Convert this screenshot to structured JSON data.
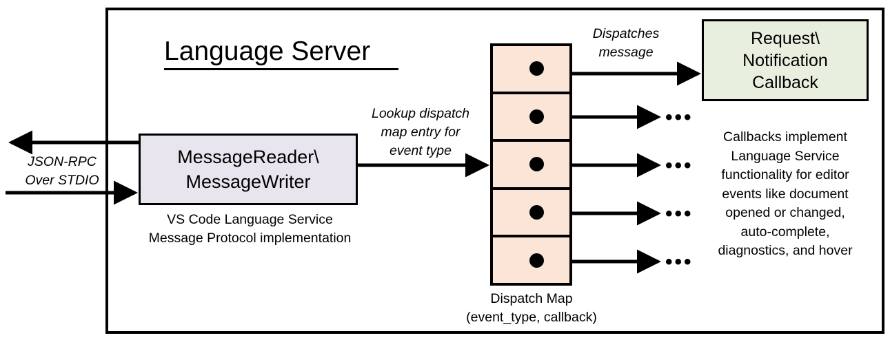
{
  "diagram": {
    "title": "Language Server",
    "frame_border_color": "#000000",
    "background": "#ffffff"
  },
  "message_rw": {
    "line1": "MessageReader\\",
    "line2": "MessageWriter",
    "caption_line1": "VS Code Language Service",
    "caption_line2": "Message Protocol implementation",
    "fill_color": "#E9E5EE"
  },
  "dispatch_map": {
    "caption_line1": "Dispatch Map",
    "caption_line2": "(event_type, callback)",
    "fill_color": "#FBE5D6",
    "cells": [
      {
        "id": "cell-1",
        "dot": "callback-dot"
      },
      {
        "id": "cell-2",
        "dot": "callback-dot"
      },
      {
        "id": "cell-3",
        "dot": "callback-dot"
      },
      {
        "id": "cell-4",
        "dot": "callback-dot"
      },
      {
        "id": "cell-5",
        "dot": "callback-dot"
      }
    ]
  },
  "callback_box": {
    "line1": "Request\\",
    "line2": "Notification",
    "line3": "Callback",
    "fill_color": "#E8EFDF",
    "description_lines": [
      "Callbacks implement",
      "Language Service",
      "functionality for editor",
      "events like document",
      "opened or changed,",
      "auto-complete,",
      "diagnostics, and hover"
    ]
  },
  "edge_labels": {
    "jsonrpc_line1": "JSON-RPC",
    "jsonrpc_line2": "Over STDIO",
    "lookup_line1": "Lookup dispatch",
    "lookup_line2": "map entry for",
    "lookup_line3": "event type",
    "dispatches_line1": "Dispatches",
    "dispatches_line2": "message"
  },
  "ellipses": {
    "glyph": "•••",
    "count": 4
  }
}
